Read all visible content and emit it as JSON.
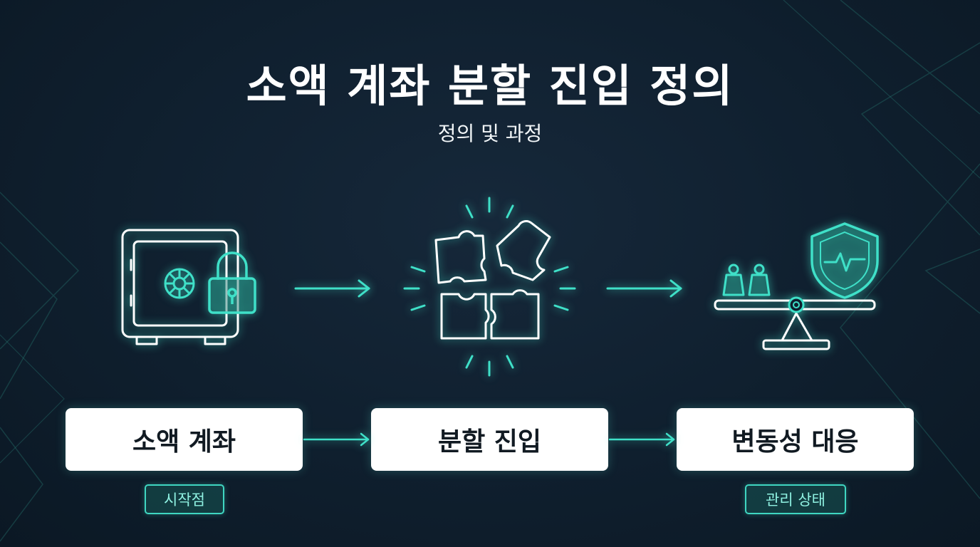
{
  "title": "소액 계좌 분할 진입 정의",
  "subtitle": "정의 및 과정",
  "steps": [
    {
      "label": "소액 계좌",
      "icon": "safe-lock-icon",
      "badge": "시작점"
    },
    {
      "label": "분할 진입",
      "icon": "puzzle-pieces-icon",
      "badge": ""
    },
    {
      "label": "변동성 대응",
      "icon": "balance-shield-icon",
      "badge": "관리 상태"
    }
  ],
  "colors": {
    "background": "#0f1f2e",
    "accent": "#3fe0c8",
    "box": "#ffffff",
    "box_text": "#111a22"
  }
}
